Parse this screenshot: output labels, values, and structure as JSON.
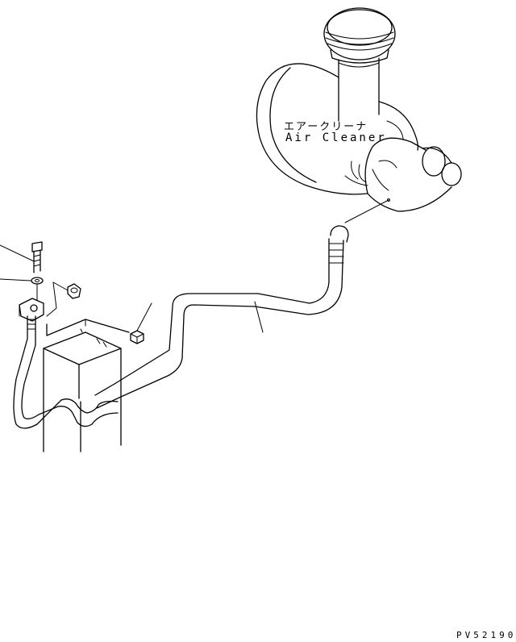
{
  "labels": {
    "air_cleaner_jp": "エアークリーナ",
    "air_cleaner_en": "Air Cleaner"
  },
  "drawing_code": "PV52190"
}
